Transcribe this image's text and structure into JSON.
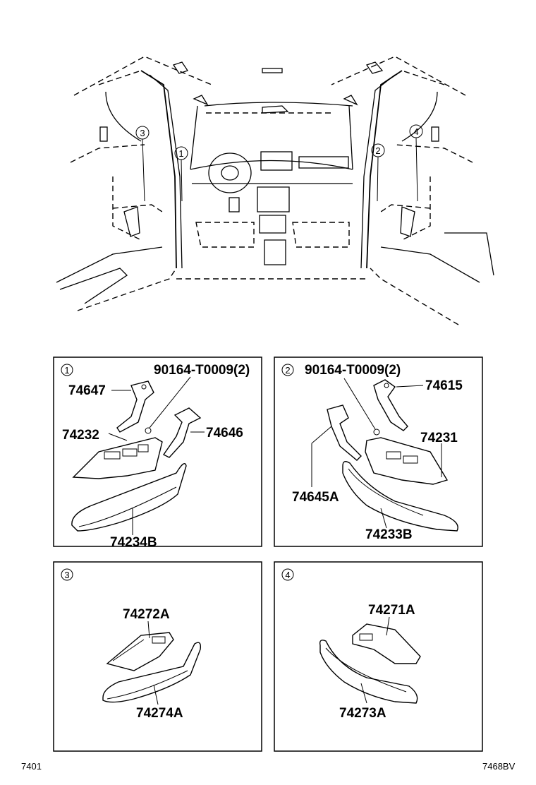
{
  "overview": {
    "callouts": [
      "1",
      "2",
      "3",
      "4"
    ]
  },
  "panels": [
    {
      "callout": "1",
      "labels": {
        "bolt": "90164-T0009(2)",
        "bracket": "74647",
        "bezel": "74646",
        "switch_base": "74232",
        "armrest": "74234B"
      }
    },
    {
      "callout": "2",
      "labels": {
        "bolt": "90164-T0009(2)",
        "bracket": "74615",
        "bezel": "74645A",
        "switch_base": "74231",
        "armrest": "74233B"
      }
    },
    {
      "callout": "3",
      "labels": {
        "switch_base": "74272A",
        "armrest": "74274A"
      }
    },
    {
      "callout": "4",
      "labels": {
        "switch_base": "74271A",
        "armrest": "74273A"
      }
    }
  ],
  "footer": {
    "page_code": "7401",
    "figure_code": "7468BV"
  }
}
